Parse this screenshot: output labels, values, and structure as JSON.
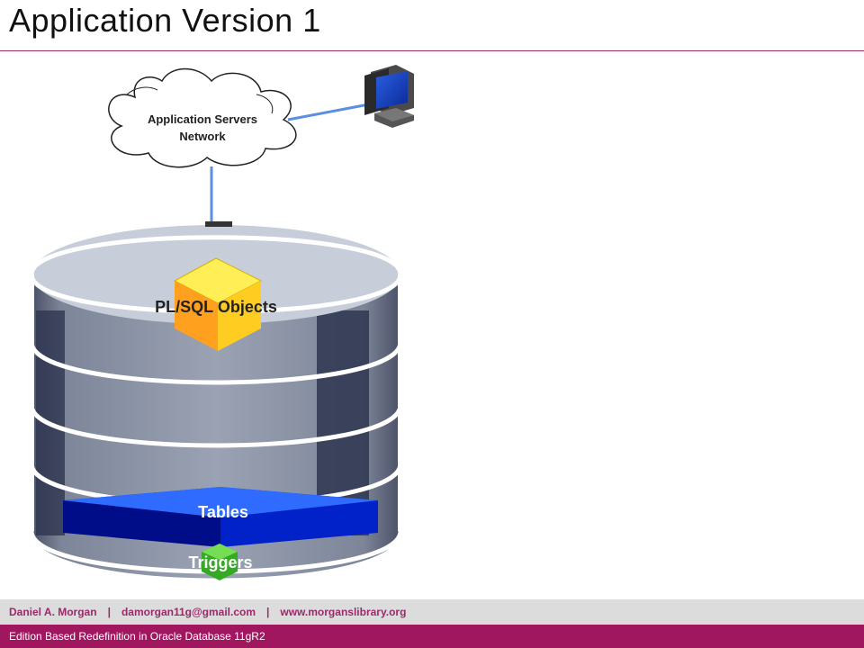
{
  "slide": {
    "title": "Application Version 1"
  },
  "diagram": {
    "network_label_line1": "Application Servers",
    "network_label_line2": "Network",
    "plsql_label": "PL/SQL Objects",
    "tables_label": "Tables",
    "triggers_label": "Triggers"
  },
  "footer": {
    "author": "Daniel A. Morgan",
    "separator": "|",
    "email": "damorgan11g@gmail.com",
    "website": "www.morganslibrary.org",
    "subtitle": "Edition Based Redefinition in Oracle Database 11gR2"
  },
  "colors": {
    "accent": "#9b2a6a",
    "bottom_bar": "#a0165f",
    "cylinder_body": "#8a94a6",
    "cylinder_top": "#c7cdd9",
    "cube_top": "#ffee55",
    "cube_left": "#ffaa22",
    "cube_right": "#ffcc22",
    "tables_blue": "#1133cc",
    "triggers_green": "#33aa22",
    "link_blue": "#5b8fe0"
  },
  "icons": [
    "cloud-icon",
    "computer-icon",
    "database-cylinder-icon",
    "cube-icon"
  ]
}
